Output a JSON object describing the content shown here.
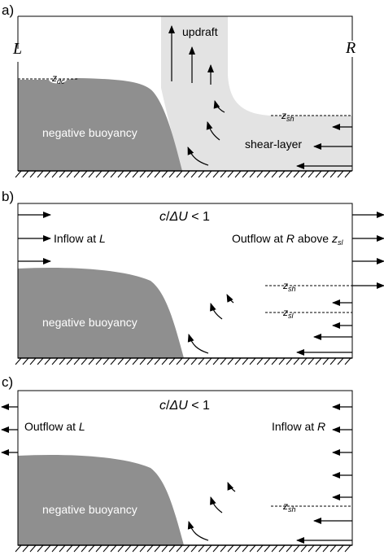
{
  "panels": [
    {
      "letter": "a)",
      "left_label": "L",
      "right_label": "R",
      "updraft_label": "updraft",
      "shear_layer_label": "shear-layer",
      "neg_buoyancy_label": "negative buoyancy",
      "z_dc": {
        "main": "z",
        "sub": "dc"
      },
      "z_sh": {
        "main": "z",
        "sub": "sh"
      }
    },
    {
      "letter": "b)",
      "ratio": {
        "c": "c",
        "slash": "/",
        "delta_u": "ΔU",
        "rest": " < 1"
      },
      "inflow_text": "Inflow at ",
      "inflow_side": "L",
      "outflow_text": "Outflow at ",
      "outflow_side": "R",
      "outflow_suffix": " above ",
      "z_sl_inline": {
        "main": "z",
        "sub": "sl"
      },
      "neg_buoyancy_label": "negative buoyancy",
      "z_sh": {
        "main": "z",
        "sub": "sh"
      },
      "z_sl": {
        "main": "z",
        "sub": "sl"
      }
    },
    {
      "letter": "c)",
      "ratio": {
        "c": "c",
        "slash": "/",
        "delta_u": "ΔU",
        "rest": " < 1"
      },
      "outflow_text": "Outflow at ",
      "outflow_side": "L",
      "inflow_text": "Inflow at ",
      "inflow_side": "R",
      "neg_buoyancy_label": "negative buoyancy",
      "z_sh": {
        "main": "z",
        "sub": "sh"
      }
    }
  ],
  "colors": {
    "cold_pool": "#8f8f8f",
    "updraft_shade": "#e3e3e3",
    "line": "#000000"
  },
  "icons": [
    "arrow-right-icon",
    "arrow-left-icon",
    "arrow-up-icon",
    "curved-arrow-icon",
    "ground-hatch-icon"
  ]
}
